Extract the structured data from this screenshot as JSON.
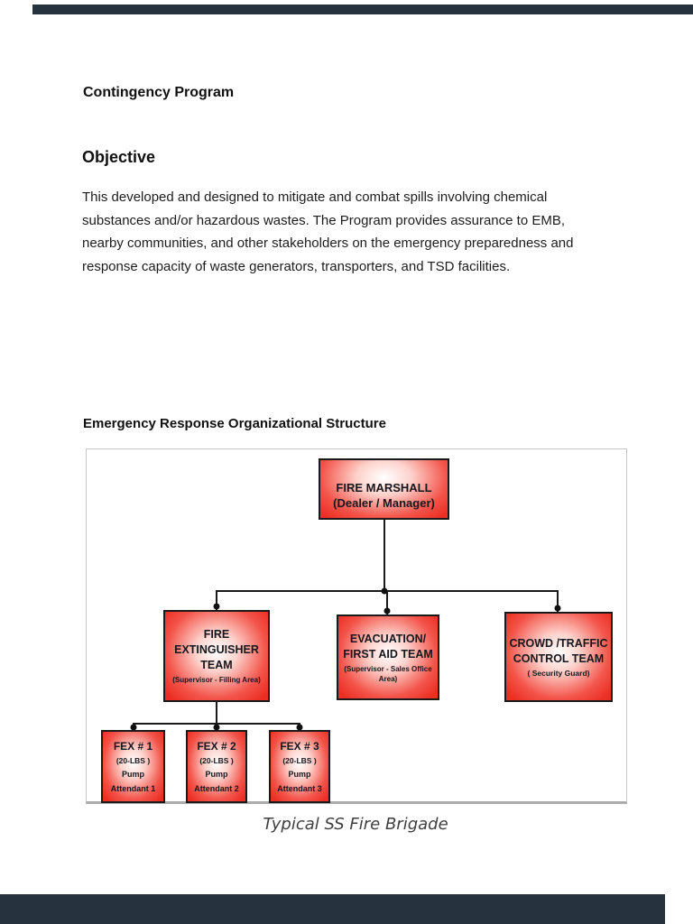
{
  "page": {
    "doc_title": "Contingency Program",
    "objective_heading": "Objective",
    "paragraph_lines": [
      "This developed and designed to mitigate and combat spills involving chemical",
      "substances and/or hazardous wastes. The Program provides assurance to EMB,",
      "nearby communities, and other stakeholders on the emergency preparedness and",
      "response capacity of waste generators, transporters, and TSD facilities."
    ],
    "figure_heading": "Emergency Response Organizational Structure",
    "figure_caption": "Typical SS Fire Brigade"
  },
  "org_chart": {
    "type": "org-chart",
    "nodes": [
      {
        "id": "fire-marshall",
        "title_lines": [
          "FIRE MARSHALL",
          "(Dealer / Manager)"
        ],
        "sub_lines": []
      },
      {
        "id": "fire-extinguisher-team",
        "title_lines": [
          "FIRE",
          "EXTINGUISHER",
          "TEAM"
        ],
        "sub_lines": [
          "(Supervisor - Filling Area)"
        ]
      },
      {
        "id": "evacuation-first-aid-team",
        "title_lines": [
          "EVACUATION/",
          "FIRST AID TEAM"
        ],
        "sub_lines": [
          "(Supervisor - Sales Office",
          "Area)"
        ]
      },
      {
        "id": "crowd-traffic-control-team",
        "title_lines": [
          "CROWD /TRAFFIC",
          "CONTROL TEAM"
        ],
        "sub_lines": [
          "( Security Guard)"
        ]
      },
      {
        "id": "fex-1",
        "title_lines": [
          "FEX # 1"
        ],
        "sub_lines": [
          "(20-LBS )",
          "Pump",
          "Attendant 1"
        ]
      },
      {
        "id": "fex-2",
        "title_lines": [
          "FEX # 2"
        ],
        "sub_lines": [
          "(20-LBS )",
          "Pump",
          "Attendant 2"
        ]
      },
      {
        "id": "fex-3",
        "title_lines": [
          "FEX # 3"
        ],
        "sub_lines": [
          "(20-LBS )",
          "Pump",
          "Attendant 3"
        ]
      }
    ],
    "edges": [
      [
        "fire-marshall",
        "fire-extinguisher-team"
      ],
      [
        "fire-marshall",
        "evacuation-first-aid-team"
      ],
      [
        "fire-marshall",
        "crowd-traffic-control-team"
      ],
      [
        "fire-extinguisher-team",
        "fex-1"
      ],
      [
        "fire-extinguisher-team",
        "fex-2"
      ],
      [
        "fire-extinguisher-team",
        "fex-3"
      ]
    ],
    "colors": {
      "box_red": "#ec2e24",
      "box_highlight": "#ffffff",
      "box_border": "#1a1a1a",
      "connector": "#1a1a1a",
      "frame_border": "#c6c6c6",
      "scan_bar": "#26323e"
    }
  }
}
